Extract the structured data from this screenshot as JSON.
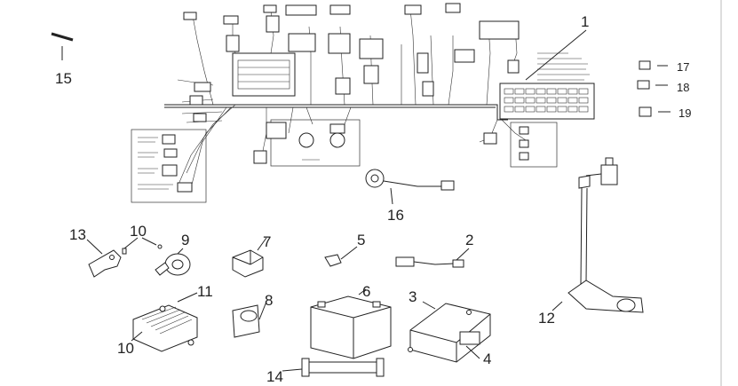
{
  "callouts": [
    {
      "id": "c1",
      "label": "1"
    },
    {
      "id": "c2",
      "label": "2"
    },
    {
      "id": "c3",
      "label": "3"
    },
    {
      "id": "c4",
      "label": "4"
    },
    {
      "id": "c5",
      "label": "5"
    },
    {
      "id": "c6",
      "label": "6"
    },
    {
      "id": "c7",
      "label": "7"
    },
    {
      "id": "c8",
      "label": "8"
    },
    {
      "id": "c9",
      "label": "9"
    },
    {
      "id": "c10a",
      "label": "10"
    },
    {
      "id": "c10b",
      "label": "10"
    },
    {
      "id": "c11",
      "label": "11"
    },
    {
      "id": "c12",
      "label": "12"
    },
    {
      "id": "c13",
      "label": "13"
    },
    {
      "id": "c14",
      "label": "14"
    },
    {
      "id": "c15",
      "label": "15"
    },
    {
      "id": "c16",
      "label": "16"
    },
    {
      "id": "c17",
      "label": "17"
    },
    {
      "id": "c18",
      "label": "18"
    },
    {
      "id": "c19",
      "label": "19"
    }
  ],
  "parts": [
    {
      "name": "wiring-harness",
      "callout": "1"
    },
    {
      "name": "sensor-lead",
      "callout": "2"
    },
    {
      "name": "ecu-module",
      "callout": "3"
    },
    {
      "name": "ecu-bracket",
      "callout": "4"
    },
    {
      "name": "small-sensor",
      "callout": "5"
    },
    {
      "name": "battery",
      "callout": "6"
    },
    {
      "name": "relay",
      "callout": "7"
    },
    {
      "name": "ignition-coil",
      "callout": "8"
    },
    {
      "name": "horn",
      "callout": "9"
    },
    {
      "name": "bolt",
      "callout": "10"
    },
    {
      "name": "regulator-rectifier",
      "callout": "11"
    },
    {
      "name": "throttle-cable-assembly",
      "callout": "12"
    },
    {
      "name": "horn-bracket",
      "callout": "13"
    },
    {
      "name": "fuse-tube",
      "callout": "14"
    },
    {
      "name": "cable-tie",
      "callout": "15"
    },
    {
      "name": "speed-sensor",
      "callout": "16"
    },
    {
      "name": "fuse-small",
      "callout": "17"
    },
    {
      "name": "fuse-medium",
      "callout": "18"
    },
    {
      "name": "fuse-large",
      "callout": "19"
    }
  ],
  "colors": {
    "ink": "#222222",
    "background": "#ffffff"
  }
}
